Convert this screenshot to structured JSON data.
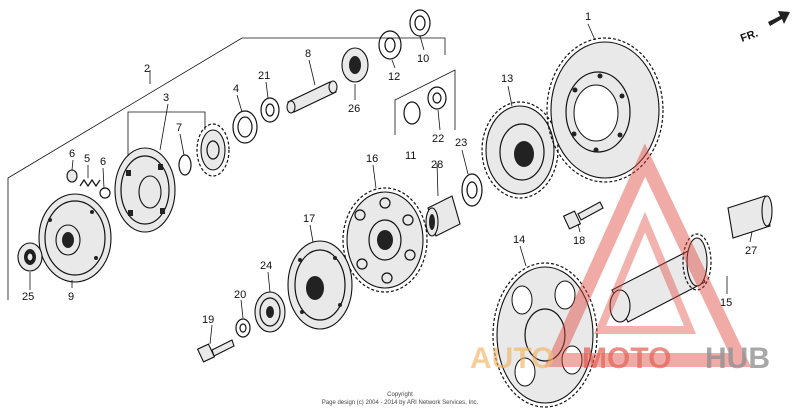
{
  "diagram": {
    "callouts": [
      {
        "id": "c1",
        "text": "1"
      },
      {
        "id": "c2",
        "text": "2"
      },
      {
        "id": "c3",
        "text": "3"
      },
      {
        "id": "c4",
        "text": "4"
      },
      {
        "id": "c5",
        "text": "5"
      },
      {
        "id": "c6a",
        "text": "6"
      },
      {
        "id": "c6b",
        "text": "6"
      },
      {
        "id": "c7",
        "text": "7"
      },
      {
        "id": "c8",
        "text": "8"
      },
      {
        "id": "c9",
        "text": "9"
      },
      {
        "id": "c10",
        "text": "10"
      },
      {
        "id": "c11",
        "text": "11"
      },
      {
        "id": "c12",
        "text": "12"
      },
      {
        "id": "c13",
        "text": "13"
      },
      {
        "id": "c14",
        "text": "14"
      },
      {
        "id": "c15",
        "text": "15"
      },
      {
        "id": "c16",
        "text": "16"
      },
      {
        "id": "c17",
        "text": "17"
      },
      {
        "id": "c18",
        "text": "18"
      },
      {
        "id": "c19",
        "text": "19"
      },
      {
        "id": "c20",
        "text": "20"
      },
      {
        "id": "c21",
        "text": "21"
      },
      {
        "id": "c22",
        "text": "22"
      },
      {
        "id": "c23",
        "text": "23"
      },
      {
        "id": "c24",
        "text": "24"
      },
      {
        "id": "c25",
        "text": "25"
      },
      {
        "id": "c26",
        "text": "26"
      },
      {
        "id": "c27",
        "text": "27"
      },
      {
        "id": "c28",
        "text": "28"
      }
    ],
    "direction_label": "FR.",
    "copyright_line1": "Copyright",
    "copyright_line2": "Page design (c) 2004 - 2014 by ARI Network Services, Inc."
  },
  "watermark": {
    "part1": "AUTO",
    "part2": "MOTO",
    "part3": "HUB",
    "color_red": "#e0453a",
    "color_orange": "#f2b15a",
    "color_gray": "#7a7a7a"
  }
}
